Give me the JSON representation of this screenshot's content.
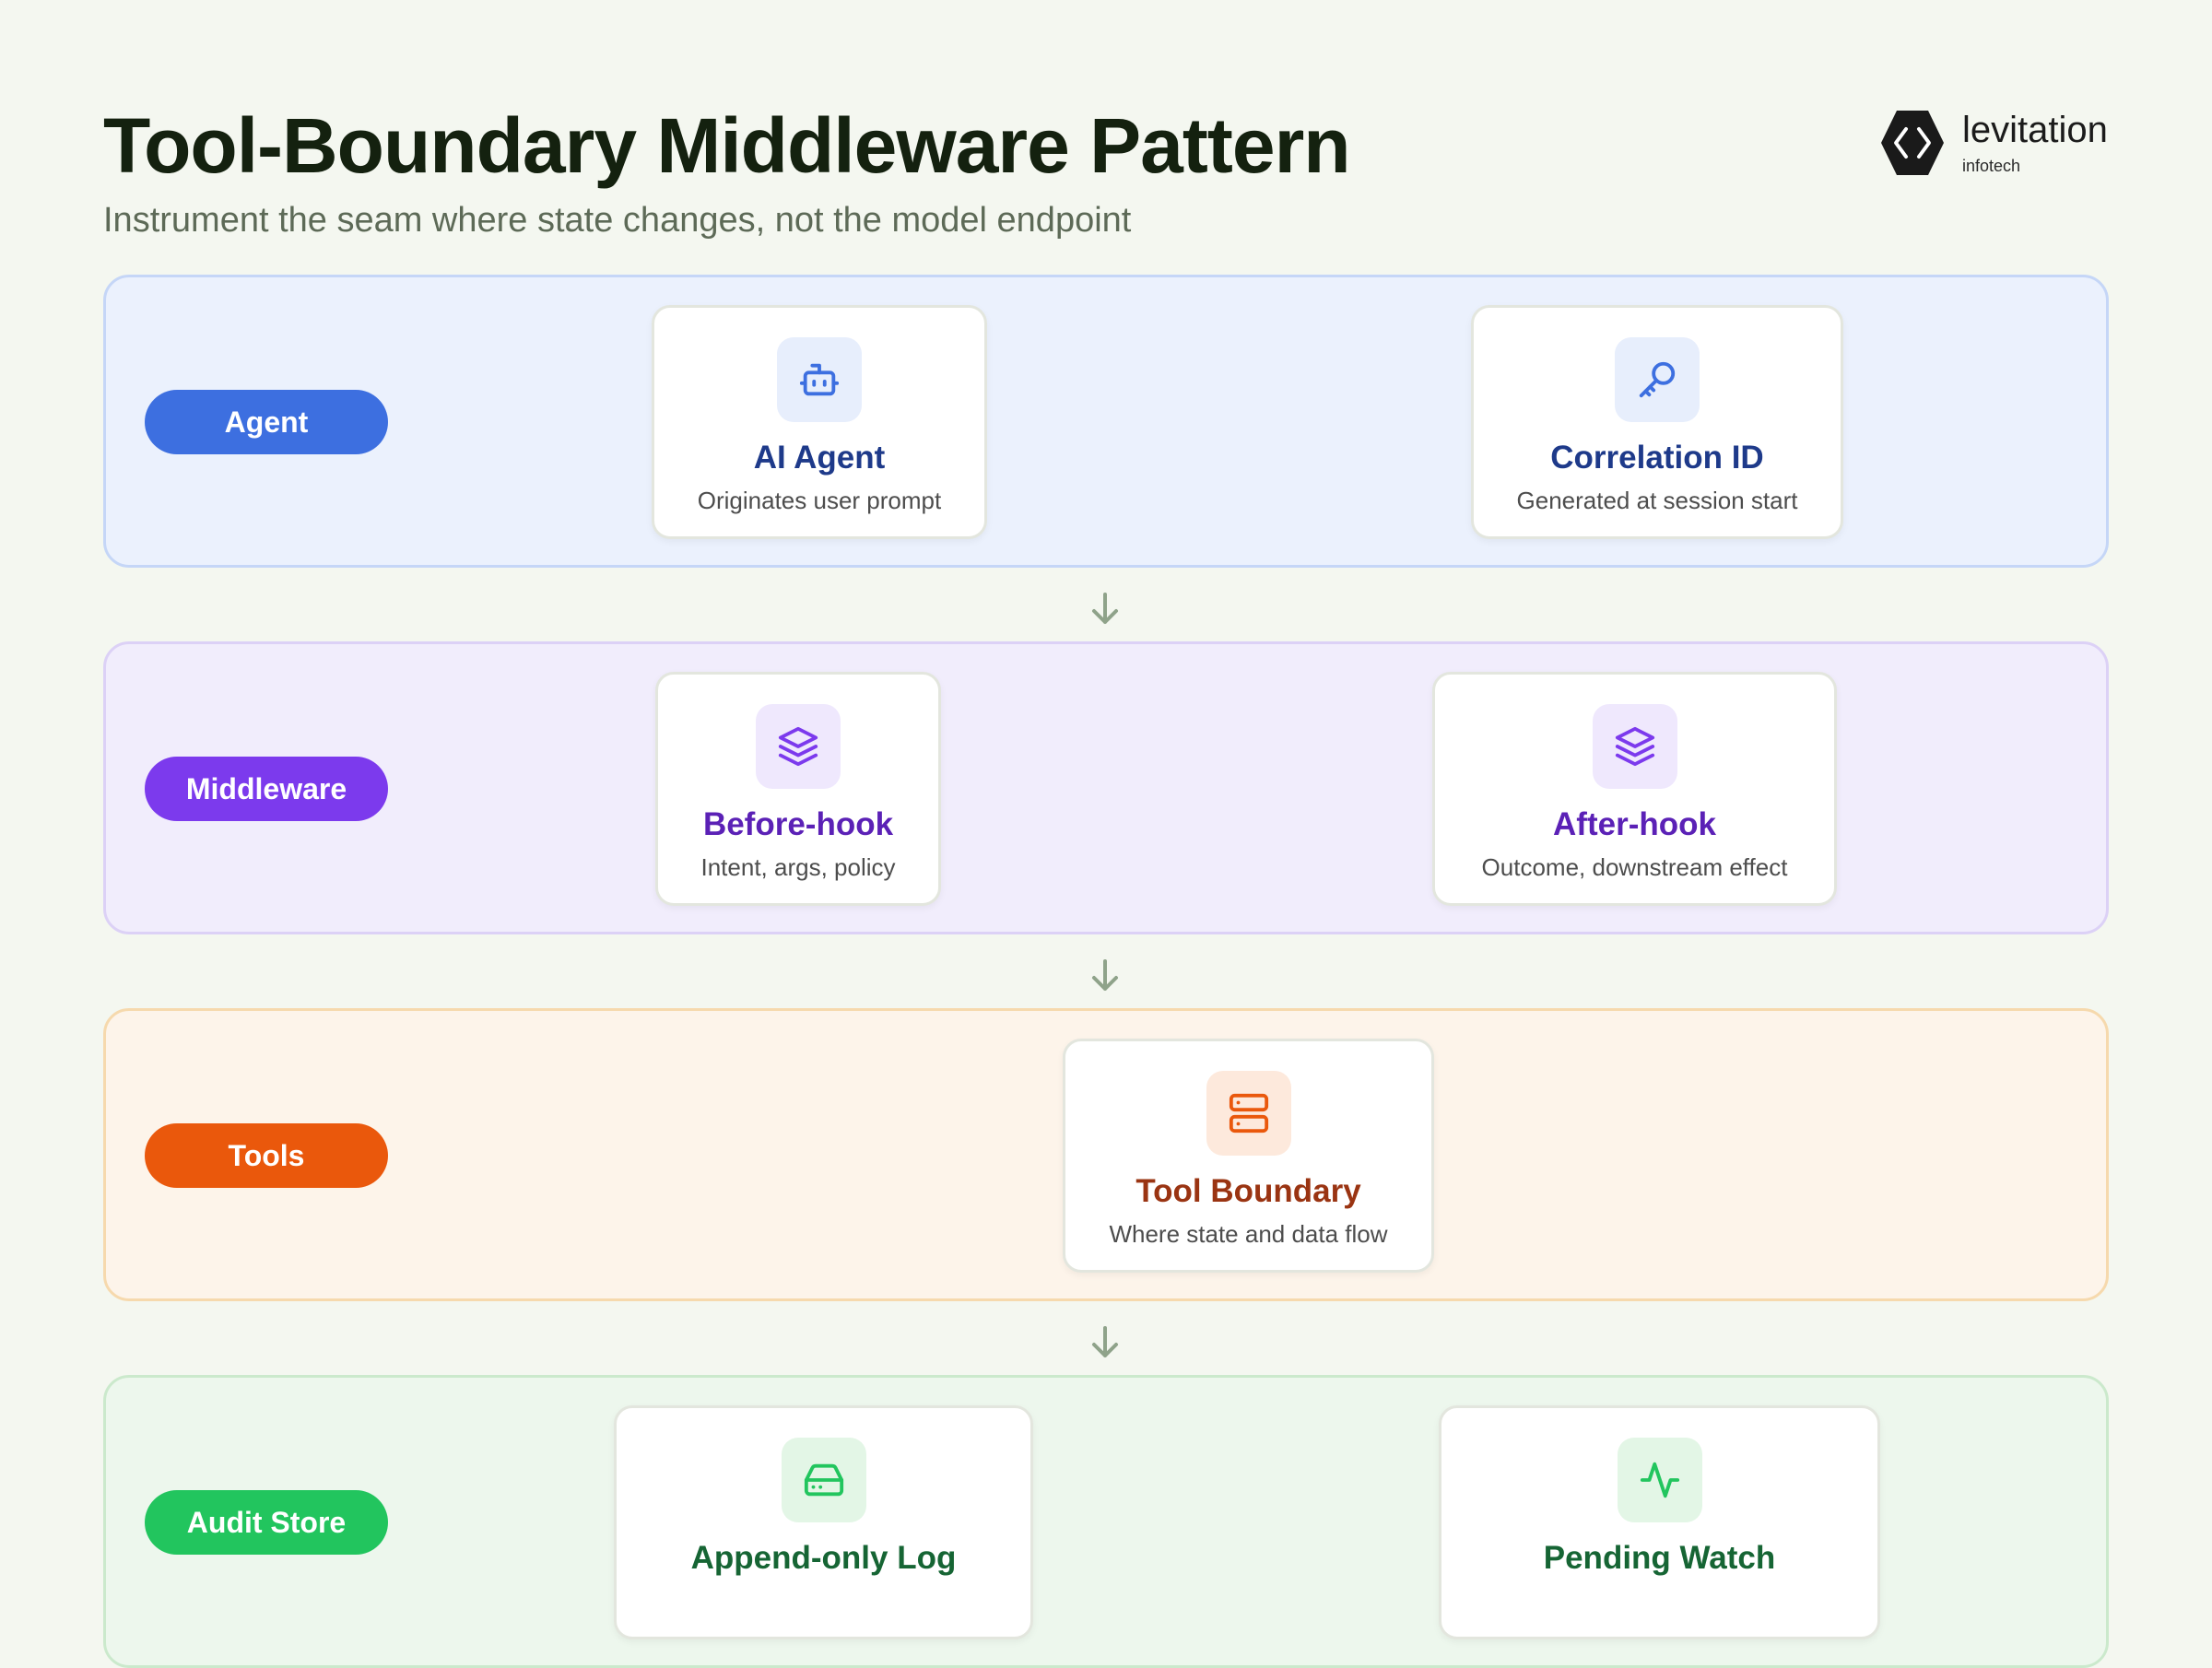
{
  "header": {
    "title": "Tool-Boundary Middleware Pattern",
    "subtitle": "Instrument the seam where state changes, not the model endpoint"
  },
  "brand": {
    "name": "levitation",
    "sub": "infotech"
  },
  "bands": [
    {
      "label": "Agent",
      "colors": {
        "accent": "#3d6fe0",
        "bg": "#ebf1fd",
        "border": "#c5d6f7",
        "icon_bg": "#e7eefc",
        "title": "#1e3a8a"
      },
      "cards": [
        {
          "title": "AI Agent",
          "desc": "Originates user prompt",
          "icon": "robot-icon"
        },
        {
          "title": "Correlation ID",
          "desc": "Generated at session start",
          "icon": "key-icon"
        }
      ]
    },
    {
      "label": "Middleware",
      "colors": {
        "accent": "#7c3aed",
        "bg": "#f1edfc",
        "border": "#dcd1f6",
        "icon_bg": "#efe8fd",
        "title": "#5b21b6"
      },
      "cards": [
        {
          "title": "Before-hook",
          "desc": "Intent, args, policy",
          "icon": "layers-icon"
        },
        {
          "title": "After-hook",
          "desc": "Outcome, downstream effect",
          "icon": "layers-icon"
        }
      ]
    },
    {
      "label": "Tools",
      "colors": {
        "accent": "#ea580c",
        "bg": "#fdf4ea",
        "border": "#f6d9ad",
        "icon_bg": "#fde9dc",
        "title": "#9a3412"
      },
      "cards": [
        {
          "title": "Tool Boundary",
          "desc": "Where state and data flow",
          "icon": "server-icon"
        }
      ]
    },
    {
      "label": "Audit Store",
      "colors": {
        "accent": "#22c55e",
        "bg": "#edf7ed",
        "border": "#cbe9cc",
        "icon_bg": "#e3f6e6",
        "title": "#166534"
      },
      "cards": [
        {
          "title": "Append-only Log",
          "desc": "",
          "icon": "hard-drive-icon"
        },
        {
          "title": "Pending Watch",
          "desc": "",
          "icon": "activity-icon"
        }
      ]
    }
  ]
}
